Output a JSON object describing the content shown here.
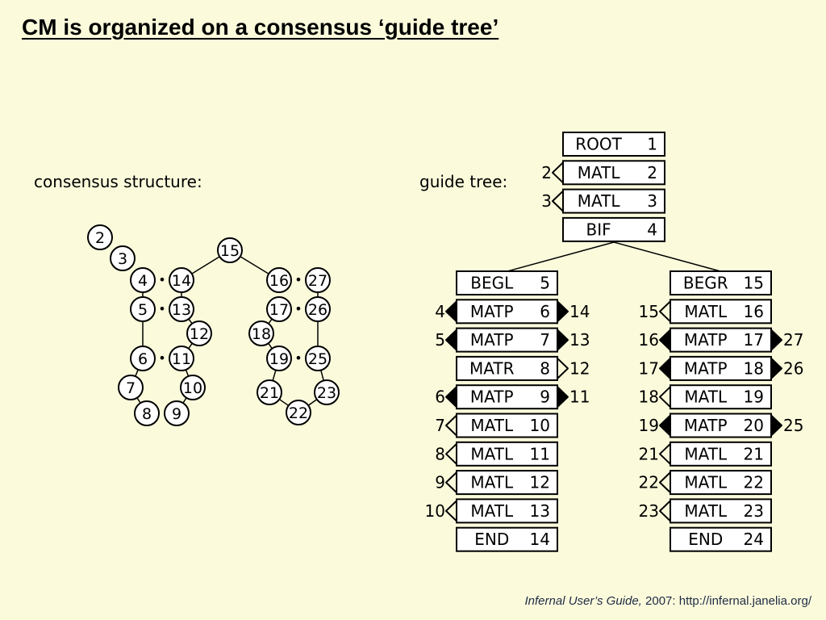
{
  "title": "CM is organized on a consensus ‘guide tree’",
  "footer": {
    "source_italic": "Infernal User’s Guide,",
    "source_rest": " 2007: http://infernal.janelia.org/"
  },
  "consensus": {
    "label": "consensus structure:",
    "dot": "•",
    "nodes": [
      {
        "id": 2,
        "label": "2"
      },
      {
        "id": 3,
        "label": "3"
      },
      {
        "id": 4,
        "label": "4"
      },
      {
        "id": 14,
        "label": "14"
      },
      {
        "id": 15,
        "label": "15"
      },
      {
        "id": 16,
        "label": "16"
      },
      {
        "id": 27,
        "label": "27"
      },
      {
        "id": 5,
        "label": "5"
      },
      {
        "id": 13,
        "label": "13"
      },
      {
        "id": 17,
        "label": "17"
      },
      {
        "id": 26,
        "label": "26"
      },
      {
        "id": 12,
        "label": "12"
      },
      {
        "id": 18,
        "label": "18"
      },
      {
        "id": 6,
        "label": "6"
      },
      {
        "id": 11,
        "label": "11"
      },
      {
        "id": 19,
        "label": "19"
      },
      {
        "id": 25,
        "label": "25"
      },
      {
        "id": 7,
        "label": "7"
      },
      {
        "id": 10,
        "label": "10"
      },
      {
        "id": 21,
        "label": "21"
      },
      {
        "id": 23,
        "label": "23"
      },
      {
        "id": 8,
        "label": "8"
      },
      {
        "id": 9,
        "label": "9"
      },
      {
        "id": 22,
        "label": "22"
      }
    ],
    "pairs": [
      [
        4,
        14
      ],
      [
        5,
        13
      ],
      [
        6,
        11
      ],
      [
        16,
        27
      ],
      [
        17,
        26
      ],
      [
        19,
        25
      ]
    ],
    "bonds": [
      [
        14,
        15
      ],
      [
        15,
        16
      ],
      [
        4,
        5
      ],
      [
        6,
        5
      ],
      [
        14,
        13
      ],
      [
        12,
        13
      ],
      [
        12,
        11
      ],
      [
        7,
        6
      ],
      [
        10,
        11
      ],
      [
        8,
        7
      ],
      [
        9,
        10
      ],
      [
        27,
        26
      ],
      [
        26,
        25
      ],
      [
        18,
        17
      ],
      [
        18,
        19
      ],
      [
        25,
        23
      ],
      [
        19,
        21
      ],
      [
        21,
        22
      ],
      [
        23,
        22
      ]
    ]
  },
  "guide_tree": {
    "label": "guide tree:",
    "top": [
      {
        "type": "ROOT",
        "num": "1",
        "left": "",
        "right": "",
        "marker": "none"
      },
      {
        "type": "MATL",
        "num": "2",
        "left": "2",
        "right": "",
        "marker": "left-open"
      },
      {
        "type": "MATL",
        "num": "3",
        "left": "3",
        "right": "",
        "marker": "left-open"
      },
      {
        "type": "BIF",
        "num": "4",
        "left": "",
        "right": "",
        "marker": "none"
      }
    ],
    "left_branch": [
      {
        "type": "BEGL",
        "num": "5",
        "left": "",
        "right": "",
        "marker": "none"
      },
      {
        "type": "MATP",
        "num": "6",
        "left": "4",
        "right": "14",
        "marker": "both-filled"
      },
      {
        "type": "MATP",
        "num": "7",
        "left": "5",
        "right": "13",
        "marker": "both-filled"
      },
      {
        "type": "MATR",
        "num": "8",
        "left": "",
        "right": "12",
        "marker": "right-open"
      },
      {
        "type": "MATP",
        "num": "9",
        "left": "6",
        "right": "11",
        "marker": "both-filled"
      },
      {
        "type": "MATL",
        "num": "10",
        "left": "7",
        "right": "",
        "marker": "left-open"
      },
      {
        "type": "MATL",
        "num": "11",
        "left": "8",
        "right": "",
        "marker": "left-open"
      },
      {
        "type": "MATL",
        "num": "12",
        "left": "9",
        "right": "",
        "marker": "left-open"
      },
      {
        "type": "MATL",
        "num": "13",
        "left": "10",
        "right": "",
        "marker": "left-open"
      },
      {
        "type": "END",
        "num": "14",
        "left": "",
        "right": "",
        "marker": "none"
      }
    ],
    "right_branch": [
      {
        "type": "BEGR",
        "num": "15",
        "left": "",
        "right": "",
        "marker": "none"
      },
      {
        "type": "MATL",
        "num": "16",
        "left": "15",
        "right": "",
        "marker": "left-open"
      },
      {
        "type": "MATP",
        "num": "17",
        "left": "16",
        "right": "27",
        "marker": "both-filled"
      },
      {
        "type": "MATP",
        "num": "18",
        "left": "17",
        "right": "26",
        "marker": "both-filled"
      },
      {
        "type": "MATL",
        "num": "19",
        "left": "18",
        "right": "",
        "marker": "left-open"
      },
      {
        "type": "MATP",
        "num": "20",
        "left": "19",
        "right": "25",
        "marker": "both-filled"
      },
      {
        "type": "MATL",
        "num": "21",
        "left": "21",
        "right": "",
        "marker": "left-open"
      },
      {
        "type": "MATL",
        "num": "22",
        "left": "22",
        "right": "",
        "marker": "left-open"
      },
      {
        "type": "MATL",
        "num": "23",
        "left": "23",
        "right": "",
        "marker": "left-open"
      },
      {
        "type": "END",
        "num": "24",
        "left": "",
        "right": "",
        "marker": "none"
      }
    ]
  }
}
